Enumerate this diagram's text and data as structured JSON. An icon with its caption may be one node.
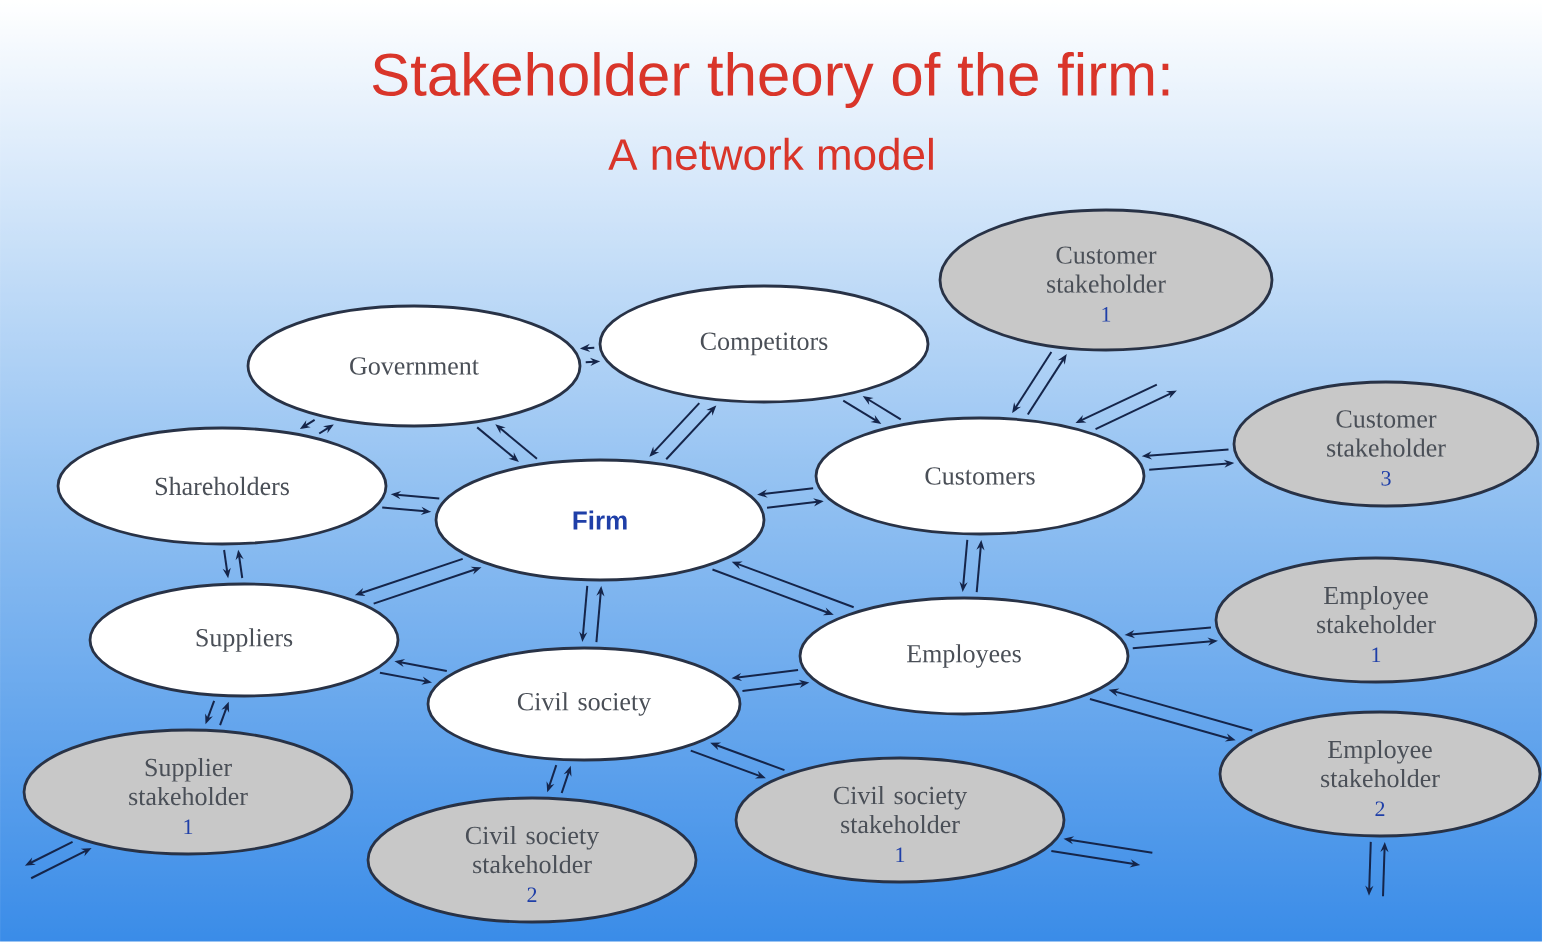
{
  "diagram": {
    "title": "Stakeholder theory of the firm:",
    "labels": [
      "A network model"
    ],
    "nodes": [
      {
        "text": [
          "Customer stakeholder",
          "1"
        ]
      },
      {
        "text": [
          "Government"
        ]
      },
      {
        "text": [
          "Competitors"
        ]
      },
      {
        "text": [
          "Customer stakeholder",
          "3"
        ]
      },
      {
        "text": [
          "Shareholders"
        ]
      },
      {
        "text": [
          "Firm"
        ]
      },
      {
        "text": [
          "Customers"
        ]
      },
      {
        "text": [
          "Suppliers"
        ]
      },
      {
        "text": [
          "Employees"
        ]
      },
      {
        "text": [
          "Employee stakeholder",
          "1"
        ]
      },
      {
        "text": [
          "Civil society"
        ]
      },
      {
        "text": [
          "Supplier stakeholder",
          "1"
        ]
      },
      {
        "text": [
          "Employee stakeholder",
          "2"
        ]
      },
      {
        "text": [
          "Civil society stakeholder",
          "2"
        ]
      },
      {
        "text": [
          "Civil society stakeholder",
          "1"
        ]
      }
    ],
    "edges": [
      {
        "from": 1,
        "to": 2,
        "arrow": "to"
      },
      {
        "from": 2,
        "to": 1,
        "arrow": "to"
      },
      {
        "from": 1,
        "to": 4,
        "arrow": "to"
      },
      {
        "from": 4,
        "to": 1,
        "arrow": "to"
      },
      {
        "from": 1,
        "to": 5,
        "arrow": "to"
      },
      {
        "from": 5,
        "to": 1,
        "arrow": "to"
      },
      {
        "from": 2,
        "to": 5,
        "arrow": "to"
      },
      {
        "from": 5,
        "to": 2,
        "arrow": "to"
      },
      {
        "from": 2,
        "to": 6,
        "arrow": "to"
      },
      {
        "from": 6,
        "to": 2,
        "arrow": "to"
      },
      {
        "from": 0,
        "to": 6,
        "arrow": "to"
      },
      {
        "from": 6,
        "to": 0,
        "arrow": "to"
      },
      {
        "from": 6,
        "to": null,
        "arrow": "to"
      },
      {
        "from": null,
        "to": 6,
        "arrow": "to"
      },
      {
        "from": 6,
        "to": 3,
        "arrow": "to"
      },
      {
        "from": 3,
        "to": 6,
        "arrow": "to"
      },
      {
        "from": 4,
        "to": 5,
        "arrow": "to"
      },
      {
        "from": 5,
        "to": 4,
        "arrow": "to"
      },
      {
        "from": 4,
        "to": 7,
        "arrow": "to"
      },
      {
        "from": 7,
        "to": 4,
        "arrow": "to"
      },
      {
        "from": 5,
        "to": 6,
        "arrow": "to"
      },
      {
        "from": 6,
        "to": 5,
        "arrow": "to"
      },
      {
        "from": 5,
        "to": 7,
        "arrow": "to"
      },
      {
        "from": 7,
        "to": 5,
        "arrow": "to"
      },
      {
        "from": 5,
        "to": 10,
        "arrow": "to"
      },
      {
        "from": 10,
        "to": 5,
        "arrow": "to"
      },
      {
        "from": 5,
        "to": 8,
        "arrow": "to"
      },
      {
        "from": 8,
        "to": 5,
        "arrow": "to"
      },
      {
        "from": 6,
        "to": 8,
        "arrow": "to"
      },
      {
        "from": 8,
        "to": 6,
        "arrow": "to"
      },
      {
        "from": 8,
        "to": 9,
        "arrow": "to"
      },
      {
        "from": 9,
        "to": 8,
        "arrow": "to"
      },
      {
        "from": 8,
        "to": 12,
        "arrow": "to"
      },
      {
        "from": 12,
        "to": 8,
        "arrow": "to"
      },
      {
        "from": 8,
        "to": 10,
        "arrow": "to"
      },
      {
        "from": 10,
        "to": 8,
        "arrow": "to"
      },
      {
        "from": 7,
        "to": 10,
        "arrow": "to"
      },
      {
        "from": 10,
        "to": 7,
        "arrow": "to"
      },
      {
        "from": 7,
        "to": 11,
        "arrow": "to"
      },
      {
        "from": 11,
        "to": 7,
        "arrow": "to"
      },
      {
        "from": 11,
        "to": null,
        "arrow": "to"
      },
      {
        "from": null,
        "to": 11,
        "arrow": "to"
      },
      {
        "from": 10,
        "to": 13,
        "arrow": "to"
      },
      {
        "from": 13,
        "to": 10,
        "arrow": "to"
      },
      {
        "from": 10,
        "to": 14,
        "arrow": "to"
      },
      {
        "from": 14,
        "to": 10,
        "arrow": "to"
      },
      {
        "from": 14,
        "to": null,
        "arrow": "to"
      },
      {
        "from": null,
        "to": 14,
        "arrow": "to"
      },
      {
        "from": 12,
        "to": null,
        "arrow": "to"
      },
      {
        "from": null,
        "to": 12,
        "arrow": "to"
      }
    ]
  }
}
